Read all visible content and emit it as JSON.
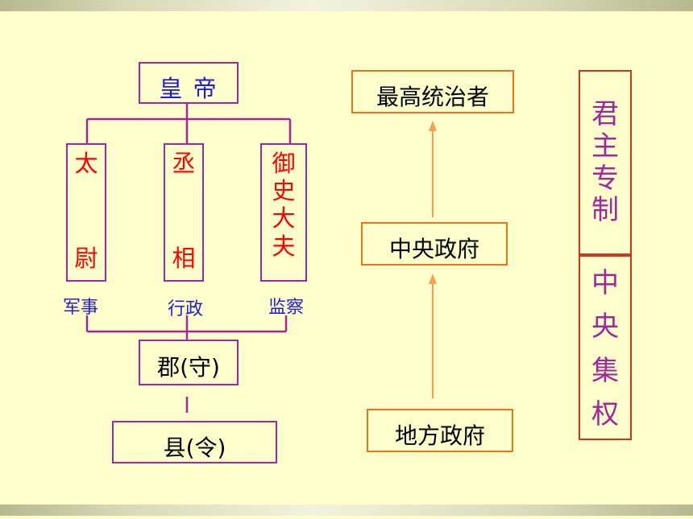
{
  "hierarchy": {
    "emperor": "皇 帝",
    "officials": [
      {
        "top": "太",
        "bottom": "尉",
        "duty": "军事"
      },
      {
        "top": "丞",
        "bottom": "相",
        "duty": "行政"
      },
      {
        "title": "御史大夫",
        "duty": "监察"
      }
    ],
    "commandery": "郡(守)",
    "county": "县(令)"
  },
  "flow": {
    "top": "最高统治者",
    "middle": "中央政府",
    "bottom": "地方政府"
  },
  "summary": {
    "upper": "君主专制",
    "lower": "中央集权"
  },
  "colors": {
    "background": "#FFFFCC",
    "purple": "#A0289A",
    "orange": "#E8751A",
    "red": "#FF0000",
    "blue": "#2020D0"
  }
}
